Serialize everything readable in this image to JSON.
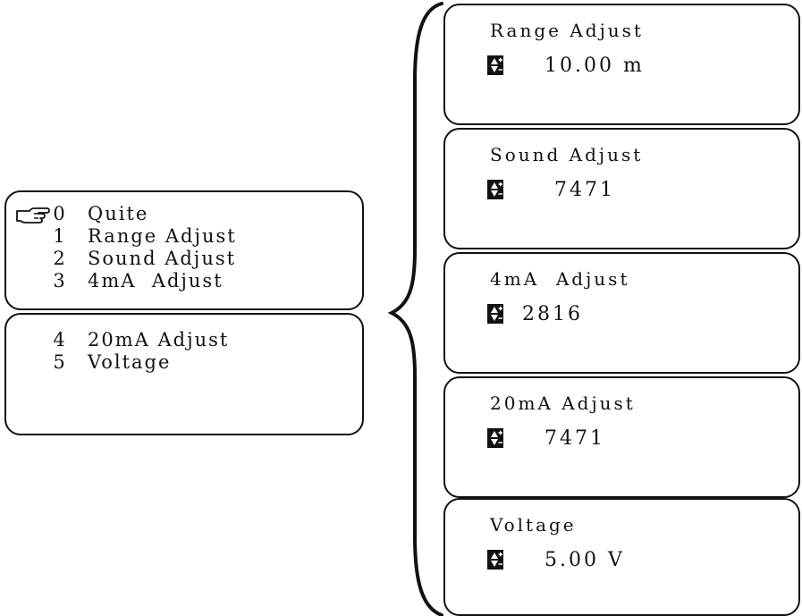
{
  "menu": {
    "cursor_icon": "pointing-hand-icon",
    "page1": [
      {
        "num": "0",
        "label": "Quite",
        "selected": true
      },
      {
        "num": "1",
        "label": "Range Adjust"
      },
      {
        "num": "2",
        "label": "Sound Adjust"
      },
      {
        "num": "3",
        "label": "4mA  Adjust"
      }
    ],
    "page2": [
      {
        "num": "4",
        "label": "20mA Adjust"
      },
      {
        "num": "5",
        "label": "Voltage"
      }
    ]
  },
  "panels": {
    "range": {
      "title": "Range Adjust",
      "value": "10.00 m"
    },
    "sound": {
      "title": "Sound Adjust",
      "value": "7471"
    },
    "ma4": {
      "title": "4mA  Adjust",
      "value": "2816"
    },
    "ma20": {
      "title": "20mA Adjust",
      "value": "7471"
    },
    "voltage": {
      "title": "Voltage",
      "value": "5.00 V"
    }
  },
  "icons": {
    "adjust": "up-down-plus-minus-icon",
    "cursor": "pointing-hand-icon"
  }
}
